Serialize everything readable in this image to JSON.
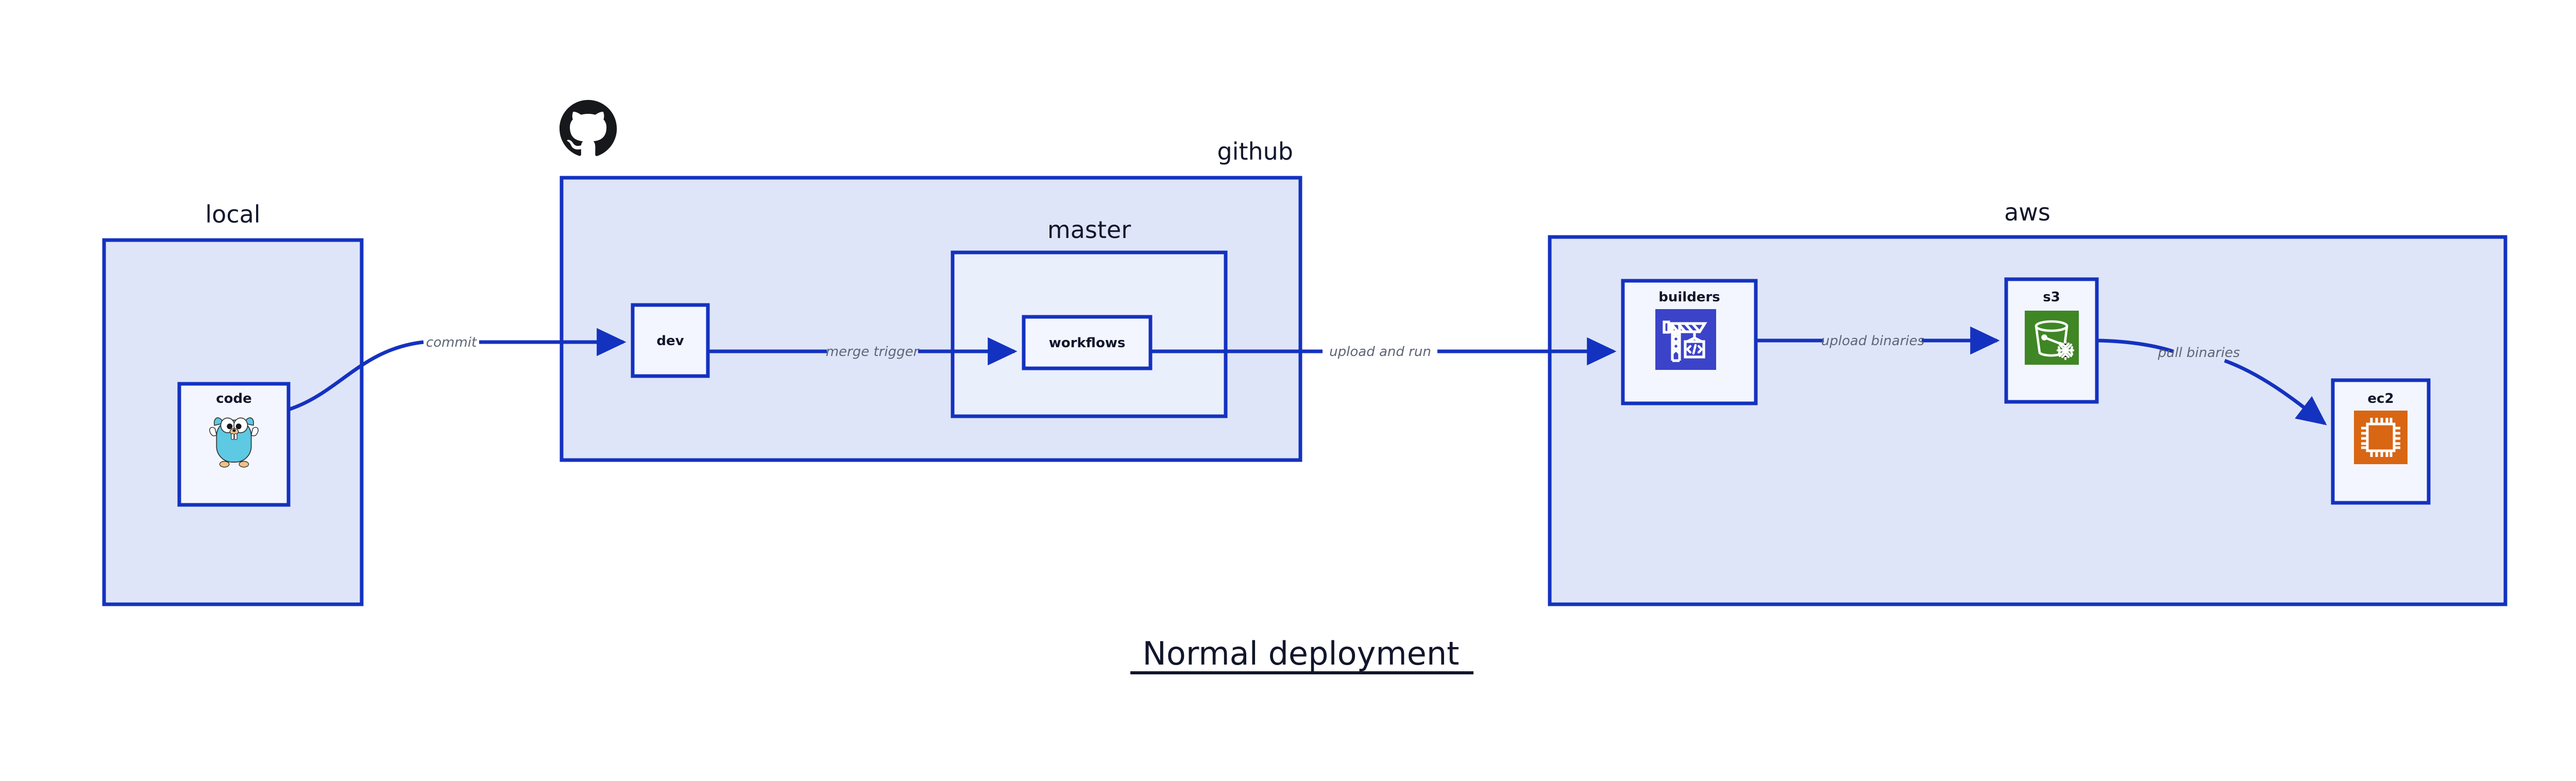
{
  "diagram": {
    "title": "Normal deployment",
    "title_underlined": true,
    "background": "#ffffff",
    "edge_color": "#1432c0",
    "group_border_color": "#1432c0",
    "group_fill": "#dfe5f8",
    "subgroup_fill": "#eaeffc",
    "node_fill": "#f3f6fe",
    "label_color": "#11162b",
    "edge_label_color": "#5d6576"
  },
  "groups": [
    {
      "id": "local",
      "label": "local",
      "label_align": "center",
      "nodes": [
        {
          "id": "code",
          "label": "code",
          "icon": "go-gopher-icon",
          "icon_color": "#5dc9e2"
        }
      ]
    },
    {
      "id": "github",
      "label": "github",
      "label_align": "right",
      "logo": "github-octocat-icon",
      "logo_color": "#17181b",
      "nodes": [
        {
          "id": "dev",
          "label": "dev",
          "icon": "none"
        }
      ],
      "subgroups": [
        {
          "id": "master",
          "label": "master",
          "label_align": "center",
          "nodes": [
            {
              "id": "workflows",
              "label": "workflows",
              "icon": "none"
            }
          ]
        }
      ]
    },
    {
      "id": "aws",
      "label": "aws",
      "label_align": "center",
      "nodes": [
        {
          "id": "builders",
          "label": "builders",
          "icon": "aws-codebuild-crane-icon",
          "icon_color": "#3b43c9"
        },
        {
          "id": "s3",
          "label": "s3",
          "icon": "aws-s3-bucket-icon",
          "icon_color": "#3f8624"
        },
        {
          "id": "ec2",
          "label": "ec2",
          "icon": "aws-ec2-chip-icon",
          "icon_color": "#d86613"
        }
      ]
    }
  ],
  "edges": [
    {
      "id": "commit",
      "from": "code",
      "to": "dev",
      "label": "commit",
      "style": "curved"
    },
    {
      "id": "merge-trigger",
      "from": "dev",
      "to": "workflows",
      "label": "merge trigger",
      "style": "straight"
    },
    {
      "id": "upload-and-run",
      "from": "workflows",
      "to": "builders",
      "label": "upload and run",
      "style": "straight"
    },
    {
      "id": "upload-binaries",
      "from": "builders",
      "to": "s3",
      "label": "upload binaries",
      "style": "straight"
    },
    {
      "id": "pull-binaries",
      "from": "s3",
      "to": "ec2",
      "label": "pull binaries",
      "style": "curved"
    }
  ]
}
